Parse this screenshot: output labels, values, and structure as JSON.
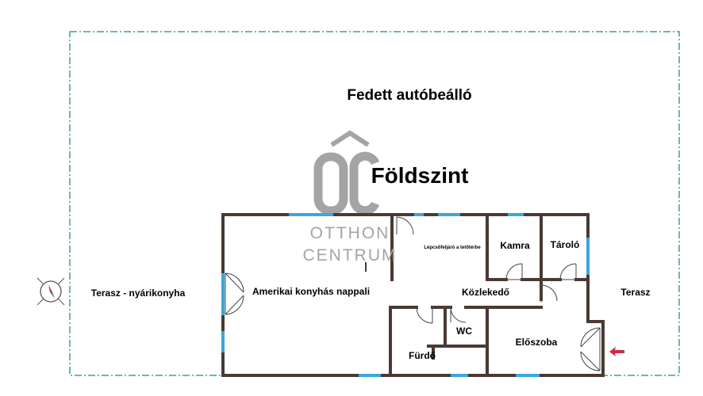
{
  "floor_title": "Földszint",
  "rooms": {
    "carport": "Fedett autóbeálló",
    "terrace_summer_kitchen": "Terasz - nyárikonyha",
    "terrace": "Terasz",
    "living_kitchen": "Amerikai konyhás nappali",
    "stairs": "Lépcsőfeljáró a tetőtérbe",
    "pantry": "Kamra",
    "storage": "Tároló",
    "corridor": "Közlekedő",
    "wc": "WC",
    "bathroom": "Fürdő",
    "hall": "Előszoba"
  },
  "watermark": {
    "line1": "OTTHON",
    "line2": "CENTRUM"
  },
  "colors": {
    "wall": "#4a3a33",
    "window": "#3aa6dd",
    "boundary": "#2eaa88",
    "watermark": "#a4a4a4",
    "entry_arrow": "#d0284c"
  },
  "icons": [
    "compass-icon",
    "entry-arrow-icon"
  ]
}
